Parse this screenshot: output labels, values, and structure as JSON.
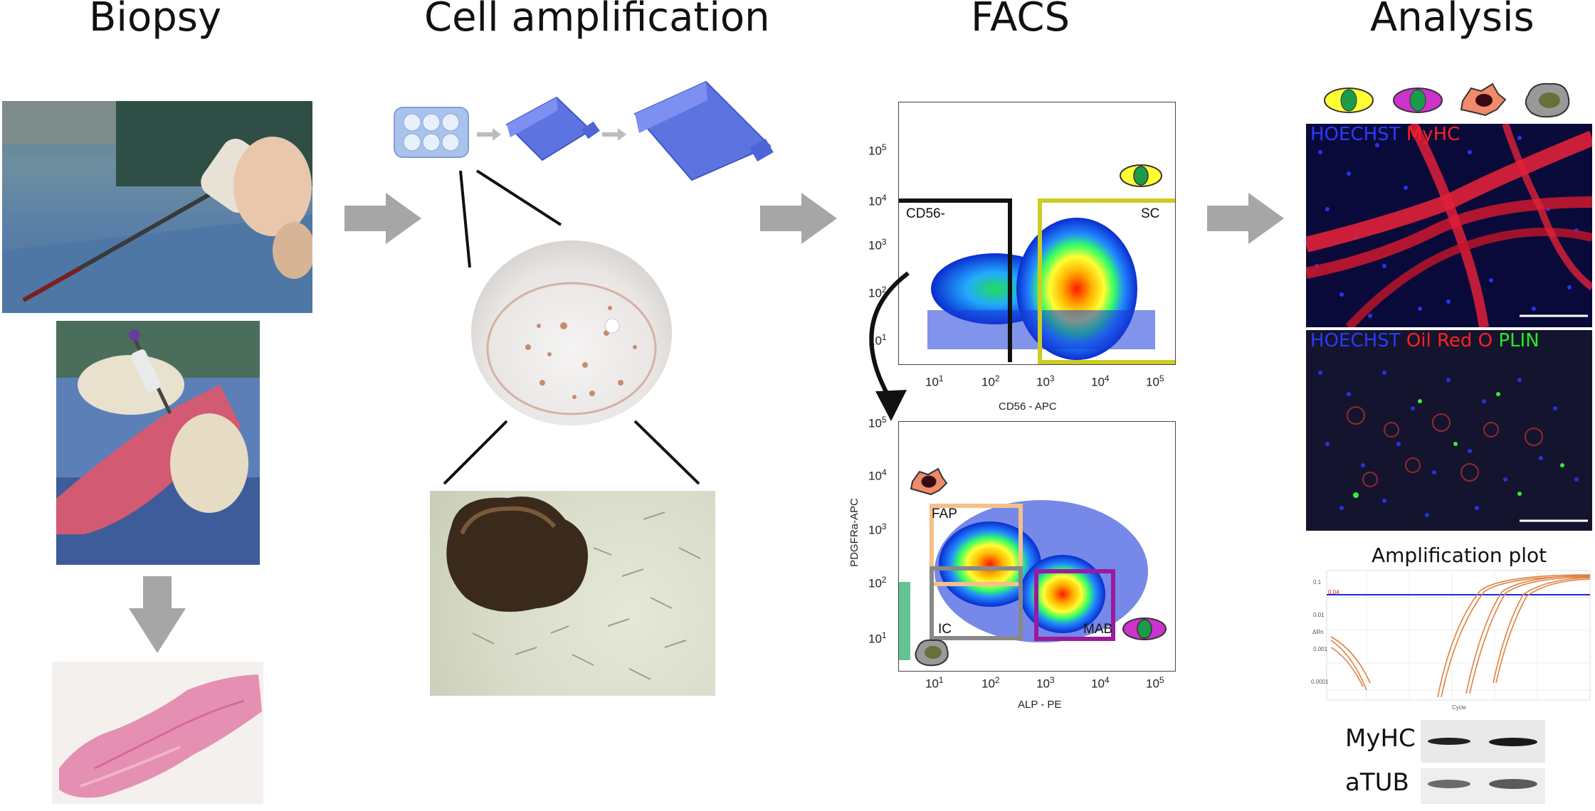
{
  "headings": {
    "biopsy": "Biopsy",
    "amplification": "Cell amplification",
    "facs": "FACS",
    "analysis": "Analysis"
  },
  "facs_plot1": {
    "x_axis_title": "CD56 - APC",
    "x_ticks": [
      "10",
      "10",
      "10",
      "10",
      "10"
    ],
    "x_tick_exps": [
      "1",
      "2",
      "3",
      "4",
      "5"
    ],
    "y_ticks": [
      "10",
      "10",
      "10",
      "10",
      "10"
    ],
    "y_tick_exps": [
      "1",
      "2",
      "3",
      "4",
      "5"
    ],
    "gate_cd56neg": "CD56-",
    "gate_sc": "SC"
  },
  "facs_plot2": {
    "x_axis_title": "ALP - PE",
    "y_axis_title": "PDGFRa-APC",
    "x_ticks": [
      "10",
      "10",
      "10",
      "10",
      "10"
    ],
    "x_tick_exps": [
      "1",
      "2",
      "3",
      "4",
      "5"
    ],
    "y_ticks": [
      "10",
      "10",
      "10",
      "10",
      "10"
    ],
    "y_tick_exps": [
      "1",
      "2",
      "3",
      "4",
      "5"
    ],
    "gate_fap": "FAP",
    "gate_ic": "IC",
    "gate_mab": "MAB"
  },
  "microscopy": {
    "panel1_hoechst": "HOECHST",
    "panel1_myhc": "MyHC",
    "panel2_hoechst": "HOECHST",
    "panel2_oilred": "Oil Red O",
    "panel2_plin": "PLIN"
  },
  "amplification_plot": {
    "title": "Amplification plot",
    "x_label": "Cycle",
    "y_label": "ΔRn",
    "y_ticks": [
      "0.1",
      "0.01",
      "0.001",
      "0.0001"
    ],
    "threshold_label": "0.04"
  },
  "western_blot": {
    "band1": "MyHC",
    "band2": "aTUB"
  },
  "colors": {
    "arrow": "#a6a6a6",
    "gate_sc": "#cccc22",
    "gate_fap": "#f5c08a",
    "gate_ic": "#888888",
    "gate_mab": "#9c1a9c",
    "cell_sc": "#ffff33",
    "cell_mab": "#cc33cc",
    "cell_fap": "#f08a6a",
    "cell_ic": "#999999",
    "nucleus_green": "#1a9c4a"
  }
}
